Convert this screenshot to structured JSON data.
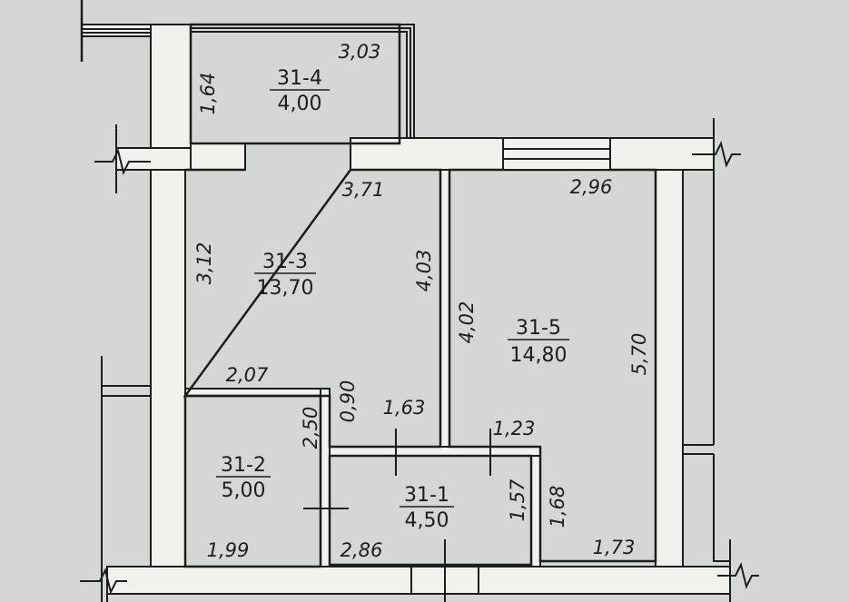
{
  "rooms": [
    {
      "id": "31-1",
      "area": "4,50"
    },
    {
      "id": "31-2",
      "area": "5,00"
    },
    {
      "id": "31-3",
      "area": "13,70"
    },
    {
      "id": "31-4",
      "area": "4,00"
    },
    {
      "id": "31-5",
      "area": "14,80"
    }
  ],
  "dimensions": {
    "r4_top": "3,03",
    "r4_left": "1,64",
    "r3_top": "3,71",
    "r3_left": "3,12",
    "r3_right": "4,03",
    "r3_bottom": "2,07",
    "r3_step": "0,90",
    "corridor_top": "1,63",
    "r2_right": "2,50",
    "r2_bottom": "1,99",
    "r1_bottom": "2,86",
    "r1_right": "1,57",
    "r5_top": "2,96",
    "r5_left": "4,02",
    "r5_right": "5,70",
    "r5_step": "1,23",
    "r5_inner": "1,68",
    "r5_bottom": "1,73"
  },
  "colors": {
    "paper": "#d9dbd8",
    "ink": "#1d1d1d"
  }
}
